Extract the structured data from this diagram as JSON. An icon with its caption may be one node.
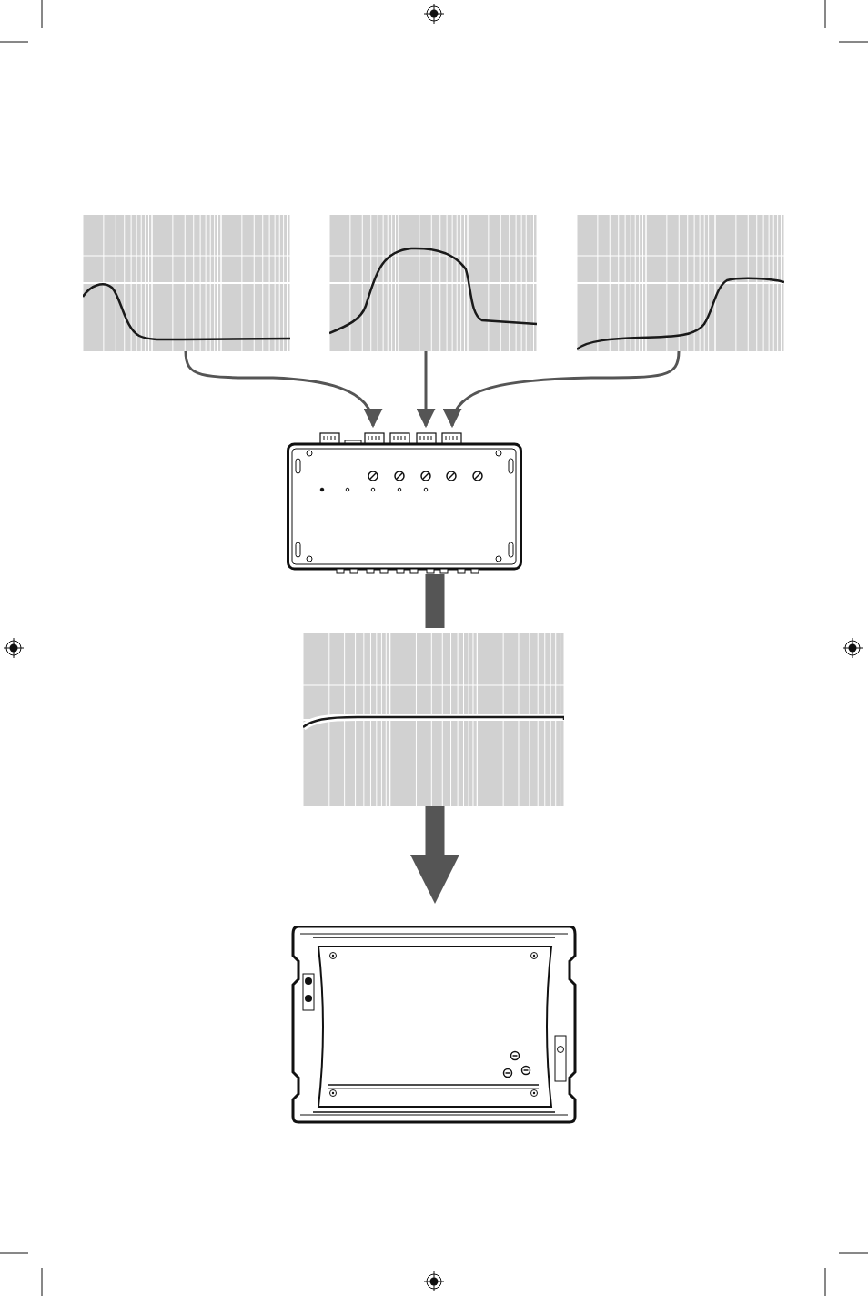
{
  "diagram": {
    "nodes": [
      {
        "text": [],
        "shape": "chart"
      },
      {
        "text": [],
        "shape": "chart"
      },
      {
        "text": [],
        "shape": "chart"
      },
      {
        "text": [],
        "shape": "picture"
      },
      {
        "text": [],
        "shape": "chart"
      },
      {
        "text": [],
        "shape": "picture"
      }
    ],
    "edges": [
      {
        "from": 0,
        "to": 3,
        "arrow": "to"
      },
      {
        "from": 1,
        "to": 3,
        "arrow": "to"
      },
      {
        "from": 2,
        "to": 3,
        "arrow": "to"
      },
      {
        "from": 3,
        "to": 4,
        "arrow": "none",
        "style": "thick"
      },
      {
        "from": 4,
        "to": 5,
        "arrow": "to",
        "style": "thick"
      }
    ]
  }
}
